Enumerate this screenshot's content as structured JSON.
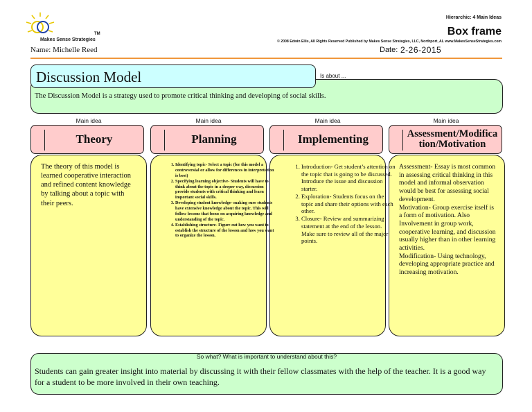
{
  "header": {
    "brand": "Makes Sense Strategies",
    "trademark": "TM",
    "name_label": "Name: Michelle Reed",
    "hierarchic": "Hierarchic: 4 Main Ideas",
    "frame_title": "Box frame",
    "copyright": "© 2008 Edwin Ellis, All Rights Reserved   Published by Makes Sense Strategies, LLC, Northport, AL   www.MakesSenseStrategies.com",
    "date_label": "Date:",
    "date_value": "2-26-2015",
    "logo_icon": "makes-sense-logo-icon",
    "rule_color": "#f0973b"
  },
  "topic": {
    "title": "Discussion Model",
    "is_about_label": "Is about ...",
    "summary": "The Discussion Model is a strategy used to promote critical thinking and developing of social skills."
  },
  "main_idea_label": "Main idea",
  "main_ideas": [
    {
      "label": "Main idea",
      "heading": "Theory",
      "text": "The theory of this model is learned cooperative interaction and refined content knowledge by talking about a topic with their peers."
    },
    {
      "label": "Main idea",
      "heading": "Planning",
      "items": [
        "Identifying topic- Select a topic (for this model a controversial or allow for differences in interpretation is best)",
        "Specifying learning objective- Students will have to think about the topic in a deeper way, discussion provide students with critical thinking and learn important social skills.",
        "Developing student knowledge- making sure students have extensive knowledge about the topic. This will follow lessons that focus on acquiring knowledge and understanding of the topic.",
        "Establishing structure- Figure out how you want to establish the structure of the lesson and how you want to organize the lesson."
      ]
    },
    {
      "label": "Main idea",
      "heading": "Implementing",
      "items": [
        "Introduction- Get student’s attention on the topic that is going to be discussed.  Introduce the issue and discussion starter.",
        "Exploration- Students focus on the topic and share their options with each other.",
        "Closure- Review and summarizing statement at the end of the lesson. Make sure to review all of the major points."
      ]
    },
    {
      "label": "Main idea",
      "heading": "Assessment/Modification/Motivation",
      "paragraphs": [
        "Assessment- Essay is most common in assessing critical thinking in this model and informal observation would be best for assessing social development.",
        "Motivation- Group exercise itself is a form of motivation. Also Involvement in group work, cooperative learning, and discussion usually higher than in other learning activities.",
        "Modification- Using technology, developing appropriate practice and increasing motivation."
      ]
    }
  ],
  "so_what": {
    "label": "So what? What is important to understand about this?",
    "text": "Students can gain greater insight into material by discussing it with their fellow classmates with the help of the teacher.  It is a good way for a student to be more involved in their own teaching."
  },
  "colors": {
    "topic_box": "#ccffff",
    "summary_box": "#ccffcc",
    "heading_box": "#ffcccc",
    "detail_box": "#ffff99"
  }
}
